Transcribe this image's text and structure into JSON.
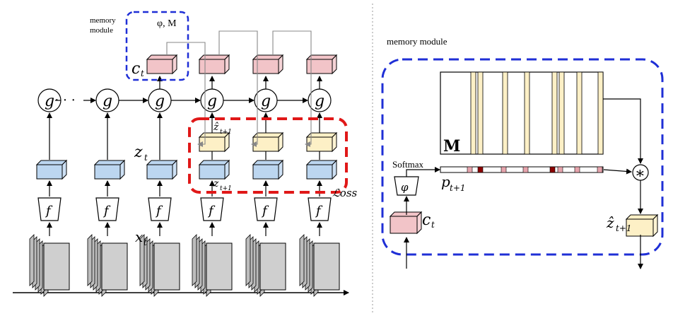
{
  "left_panel": {
    "callout_label_line1": "memory",
    "callout_label_line2": "module",
    "memory_params": "φ, M",
    "context_label": "c",
    "context_sub": "t",
    "latent_label": "z",
    "latent_sub": "t",
    "input_label": "x",
    "input_sub": "t",
    "pred_label": "ẑ",
    "pred_sub": "t+1",
    "target_label": "z",
    "target_sub": "t+1",
    "loss_label": "ℒoss",
    "dots": "· · ·",
    "g_symbol": "g",
    "f_symbol": "f",
    "columns": 6
  },
  "right_panel": {
    "title": "memory module",
    "matrix_label": "M",
    "softmax_label": "Softmax",
    "phi_symbol": "φ",
    "p_label": "p",
    "p_sub": "t+1",
    "context_label": "c",
    "context_sub": "t",
    "output_label": "ẑ",
    "output_sub": "t+1",
    "mult_symbol": "∗"
  },
  "colors": {
    "blue_dash": "#1f2fd6",
    "red_dash": "#e01818",
    "context_box": "#f2c4c8",
    "latent_box": "#bcd6f0",
    "pred_box": "#fdf0c6",
    "frame": "#c8c8c8",
    "arrow_gray": "#888888"
  }
}
